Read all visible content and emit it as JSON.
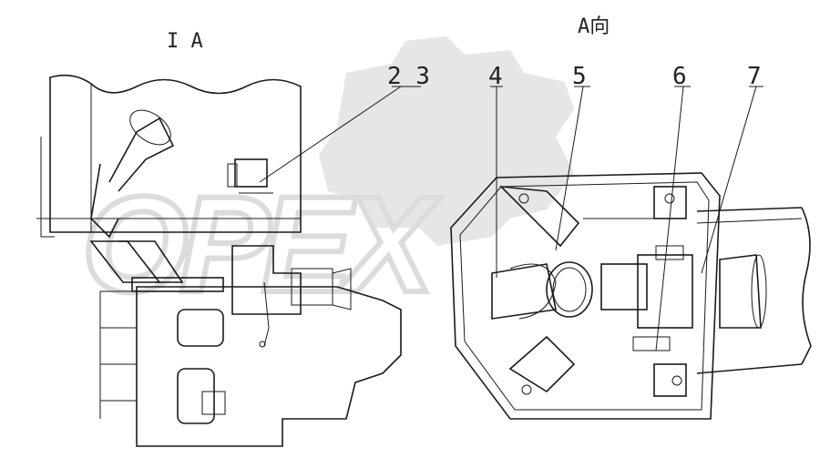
{
  "view_labels": {
    "left": "I A",
    "right": "A向"
  },
  "callouts": [
    {
      "id": "2-3",
      "text": "2 3"
    },
    {
      "id": "4",
      "text": "4"
    },
    {
      "id": "5",
      "text": "5"
    },
    {
      "id": "6",
      "text": "6"
    },
    {
      "id": "7",
      "text": "7"
    }
  ],
  "watermark": {
    "text": "OPEX",
    "color": "#e6e6e6"
  }
}
